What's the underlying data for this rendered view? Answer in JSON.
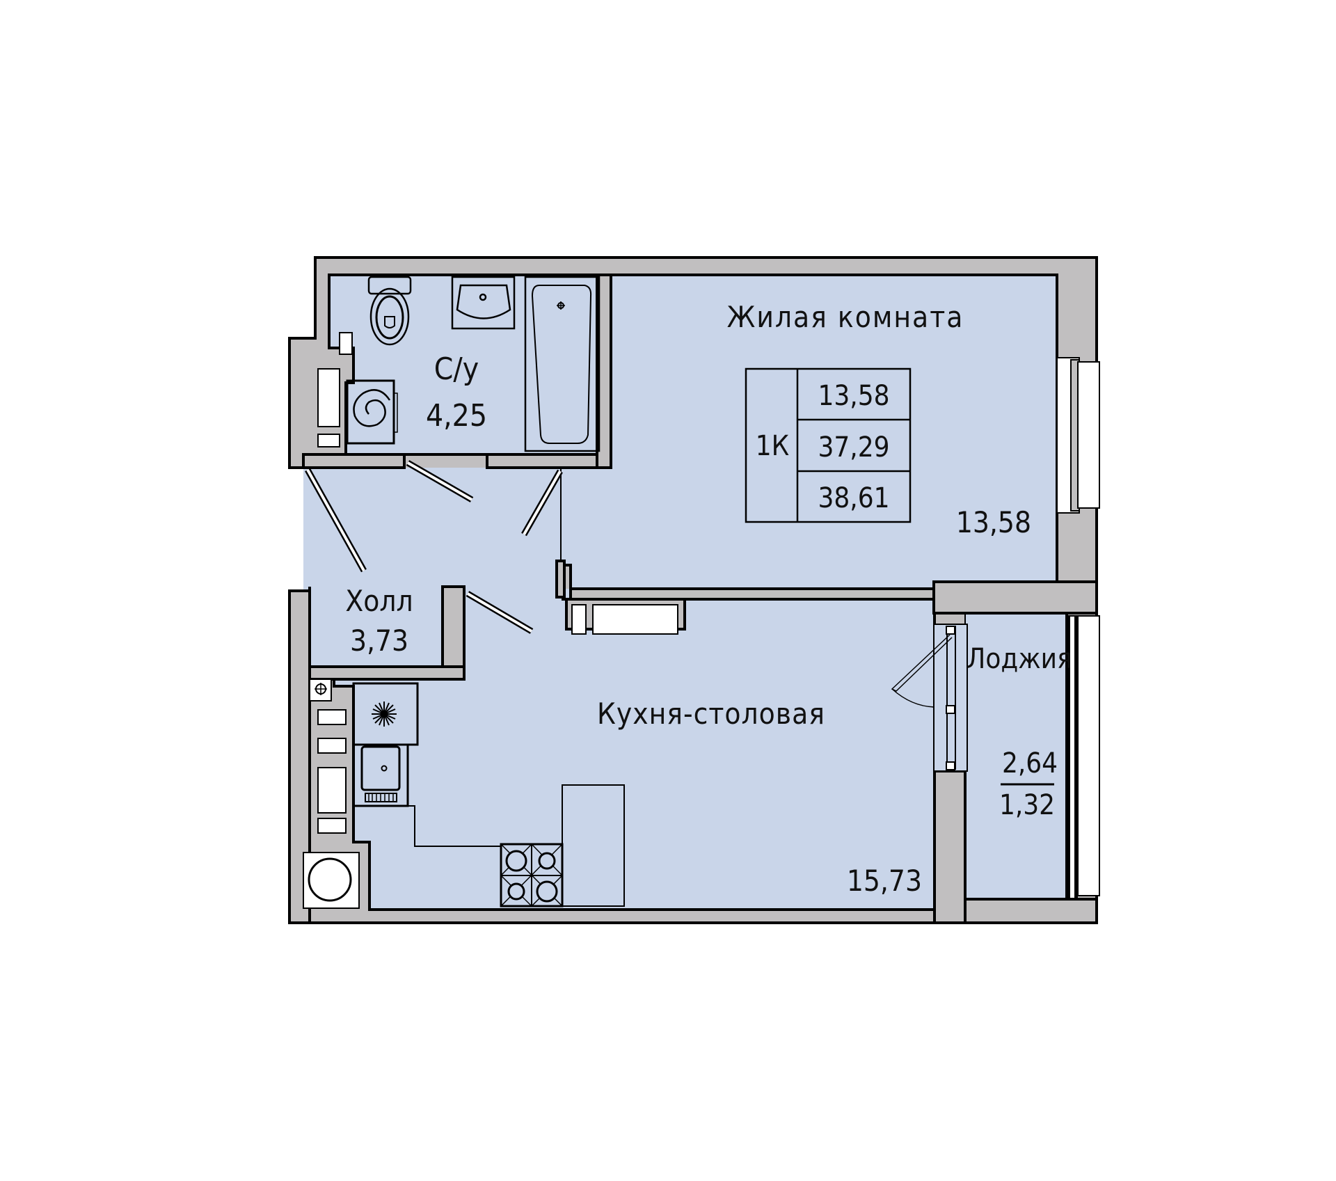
{
  "plan": {
    "apartment_type": "1К",
    "summary_table": {
      "living_area": "13,58",
      "total_area": "37,29",
      "total_area_with_loggia": "38,61"
    },
    "rooms": [
      {
        "id": "living",
        "name": "Жилая комната",
        "area": "13,58"
      },
      {
        "id": "bathroom",
        "name": "С/у",
        "area": "4,25"
      },
      {
        "id": "hall",
        "name": "Холл",
        "area": "3,73"
      },
      {
        "id": "kitchen",
        "name": "Кухня-столовая",
        "area": "15,73"
      },
      {
        "id": "loggia",
        "name": "Лоджия",
        "area": "2,64",
        "area_reduced": "1,32"
      }
    ],
    "colors": {
      "room_fill": "#c9d5e9",
      "wall_fill": "#c1bfc0",
      "line": "#000000",
      "background": "#ffffff"
    }
  }
}
